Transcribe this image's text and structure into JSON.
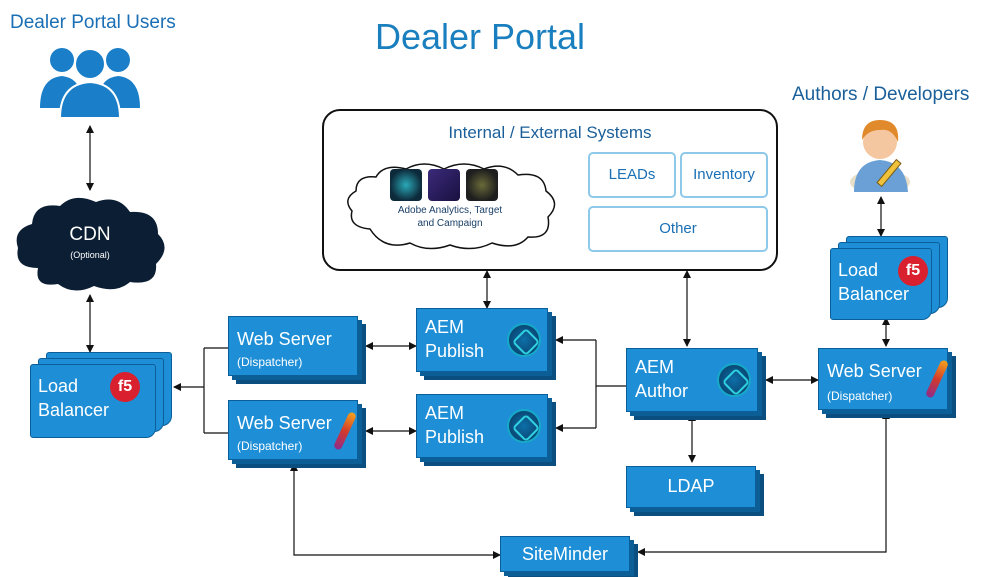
{
  "title": "Dealer Portal",
  "users_label": "Dealer Portal Users",
  "authors_label": "Authors / Developers",
  "cdn": {
    "title": "CDN",
    "subtitle": "(Optional)"
  },
  "internal": {
    "title": "Internal / External Systems",
    "adobe_label_line1": "Adobe Analytics, Target",
    "adobe_label_line2": "and Campaign",
    "systems": [
      "LEADs",
      "Inventory",
      "Other"
    ]
  },
  "load_balancer": {
    "line1": "Load",
    "line2": "Balancer",
    "badge": "f5"
  },
  "web_server": {
    "line1": "Web Server",
    "line2": "(Dispatcher)"
  },
  "web_server_author": {
    "line1": "Web Server",
    "line2": "(Dispatcher)"
  },
  "aem_publish": {
    "line1": "AEM",
    "line2": "Publish"
  },
  "aem_author": {
    "line1": "AEM",
    "line2": "Author"
  },
  "ldap": "LDAP",
  "siteminder": "SiteMinder",
  "colors": {
    "box": "#1e8fd6",
    "box_dark": "#0b5f99",
    "title": "#1a7fbf",
    "system_border": "#8ec9ea"
  },
  "icons": [
    "users-icon",
    "author-person-icon",
    "cloud-icon",
    "aem-icon",
    "f5-icon",
    "apache-feather-icon",
    "adobe-target-icon",
    "adobe-analytics-icon",
    "adobe-campaign-icon"
  ]
}
